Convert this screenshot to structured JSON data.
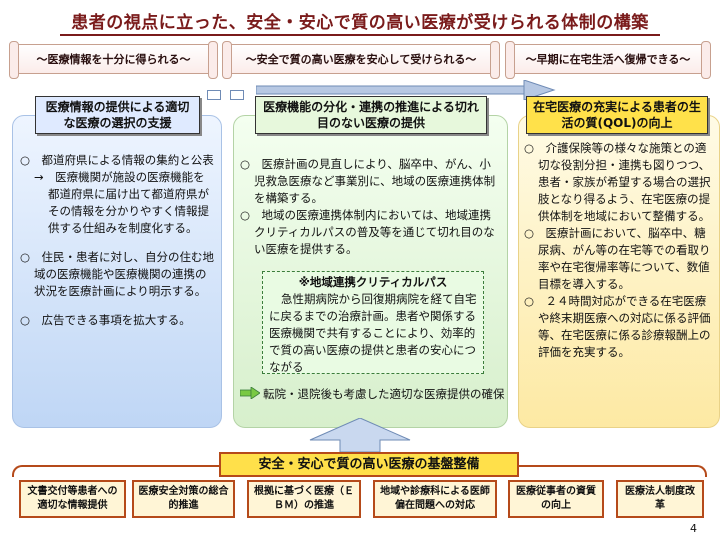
{
  "title": "患者の視点に立った、安全・安心で質の高い医療が受けられる体制の構築",
  "banners": [
    "～医療情報を十分に得られる～",
    "～安全で質の高い医療を安心して受けられる～",
    "～早期に在宅生活へ復帰できる～"
  ],
  "columns": {
    "left": {
      "heading": "医療情報の提供による適切な医療の選択の支援",
      "p1_main": "○　都道府県による情報の集約と公表",
      "p1_sub": "→　医療機関が施設の医療機能を都道府県に届け出て都道府県がその情報を分かりやすく情報提供する仕組みを制度化する。",
      "p2": "○　住民・患者に対し、自分の住む地域の医療機能や医療機関の連携の状況を医療計画により明示する。",
      "p3": "○　広告できる事項を拡大する。"
    },
    "mid": {
      "heading": "医療機能の分化・連携の推進による切れ目のない医療の提供",
      "p1": "○　医療計画の見直しにより、脳卒中、がん、小児救急医療など事業別に、地域の医療連携体制を構築する。",
      "p2": "○　地域の医療連携体制内においては、地域連携クリティカルパスの普及等を通じて切れ目のない医療を提供する。",
      "box_title": "※地域連携クリティカルパス",
      "box_text": "急性期病院から回復期病院を経て自宅に戻るまでの治療計画。患者や関係する医療機関で共有することにより、効率的で質の高い医療の提供と患者の安心につながる",
      "transfer": "転院・退院後も考慮した適切な医療提供の確保"
    },
    "right": {
      "heading": "在宅医療の充実による患者の生活の質(QOL)の向上",
      "p1": "○　介護保険等の様々な施策との適切な役割分担・連携も図りつつ、患者・家族が希望する場合の選択肢となり得るよう、在宅医療の提供体制を地域において整備する。",
      "p2": "○　医療計画において、脳卒中、糖尿病、がん等の在宅等での看取り率や在宅復帰率等について、数値目標を導入する。",
      "p3": "○　２４時間対応ができる在宅医療や終末期医療への対応に係る評価等、在宅医療に係る診療報酬上の評価を充実する。"
    }
  },
  "foundation": {
    "title": "安全・安心で質の高い医療の基盤整備",
    "items": [
      "文書交付等患者への適切な情報提供",
      "医療安全対策の総合的推進",
      "根拠に基づく医療（ＥＢＭ）の推進",
      "地域や診療科による医師偏在問題への対応",
      "医療従事者の資質の向上",
      "医療法人制度改革"
    ]
  },
  "page_number": "4",
  "colors": {
    "title": "#7a1b1b",
    "foundation_border": "#b54a1a",
    "foundation_title_bg": "#ffe04a",
    "flow_arrow": "#6f8bb5"
  }
}
